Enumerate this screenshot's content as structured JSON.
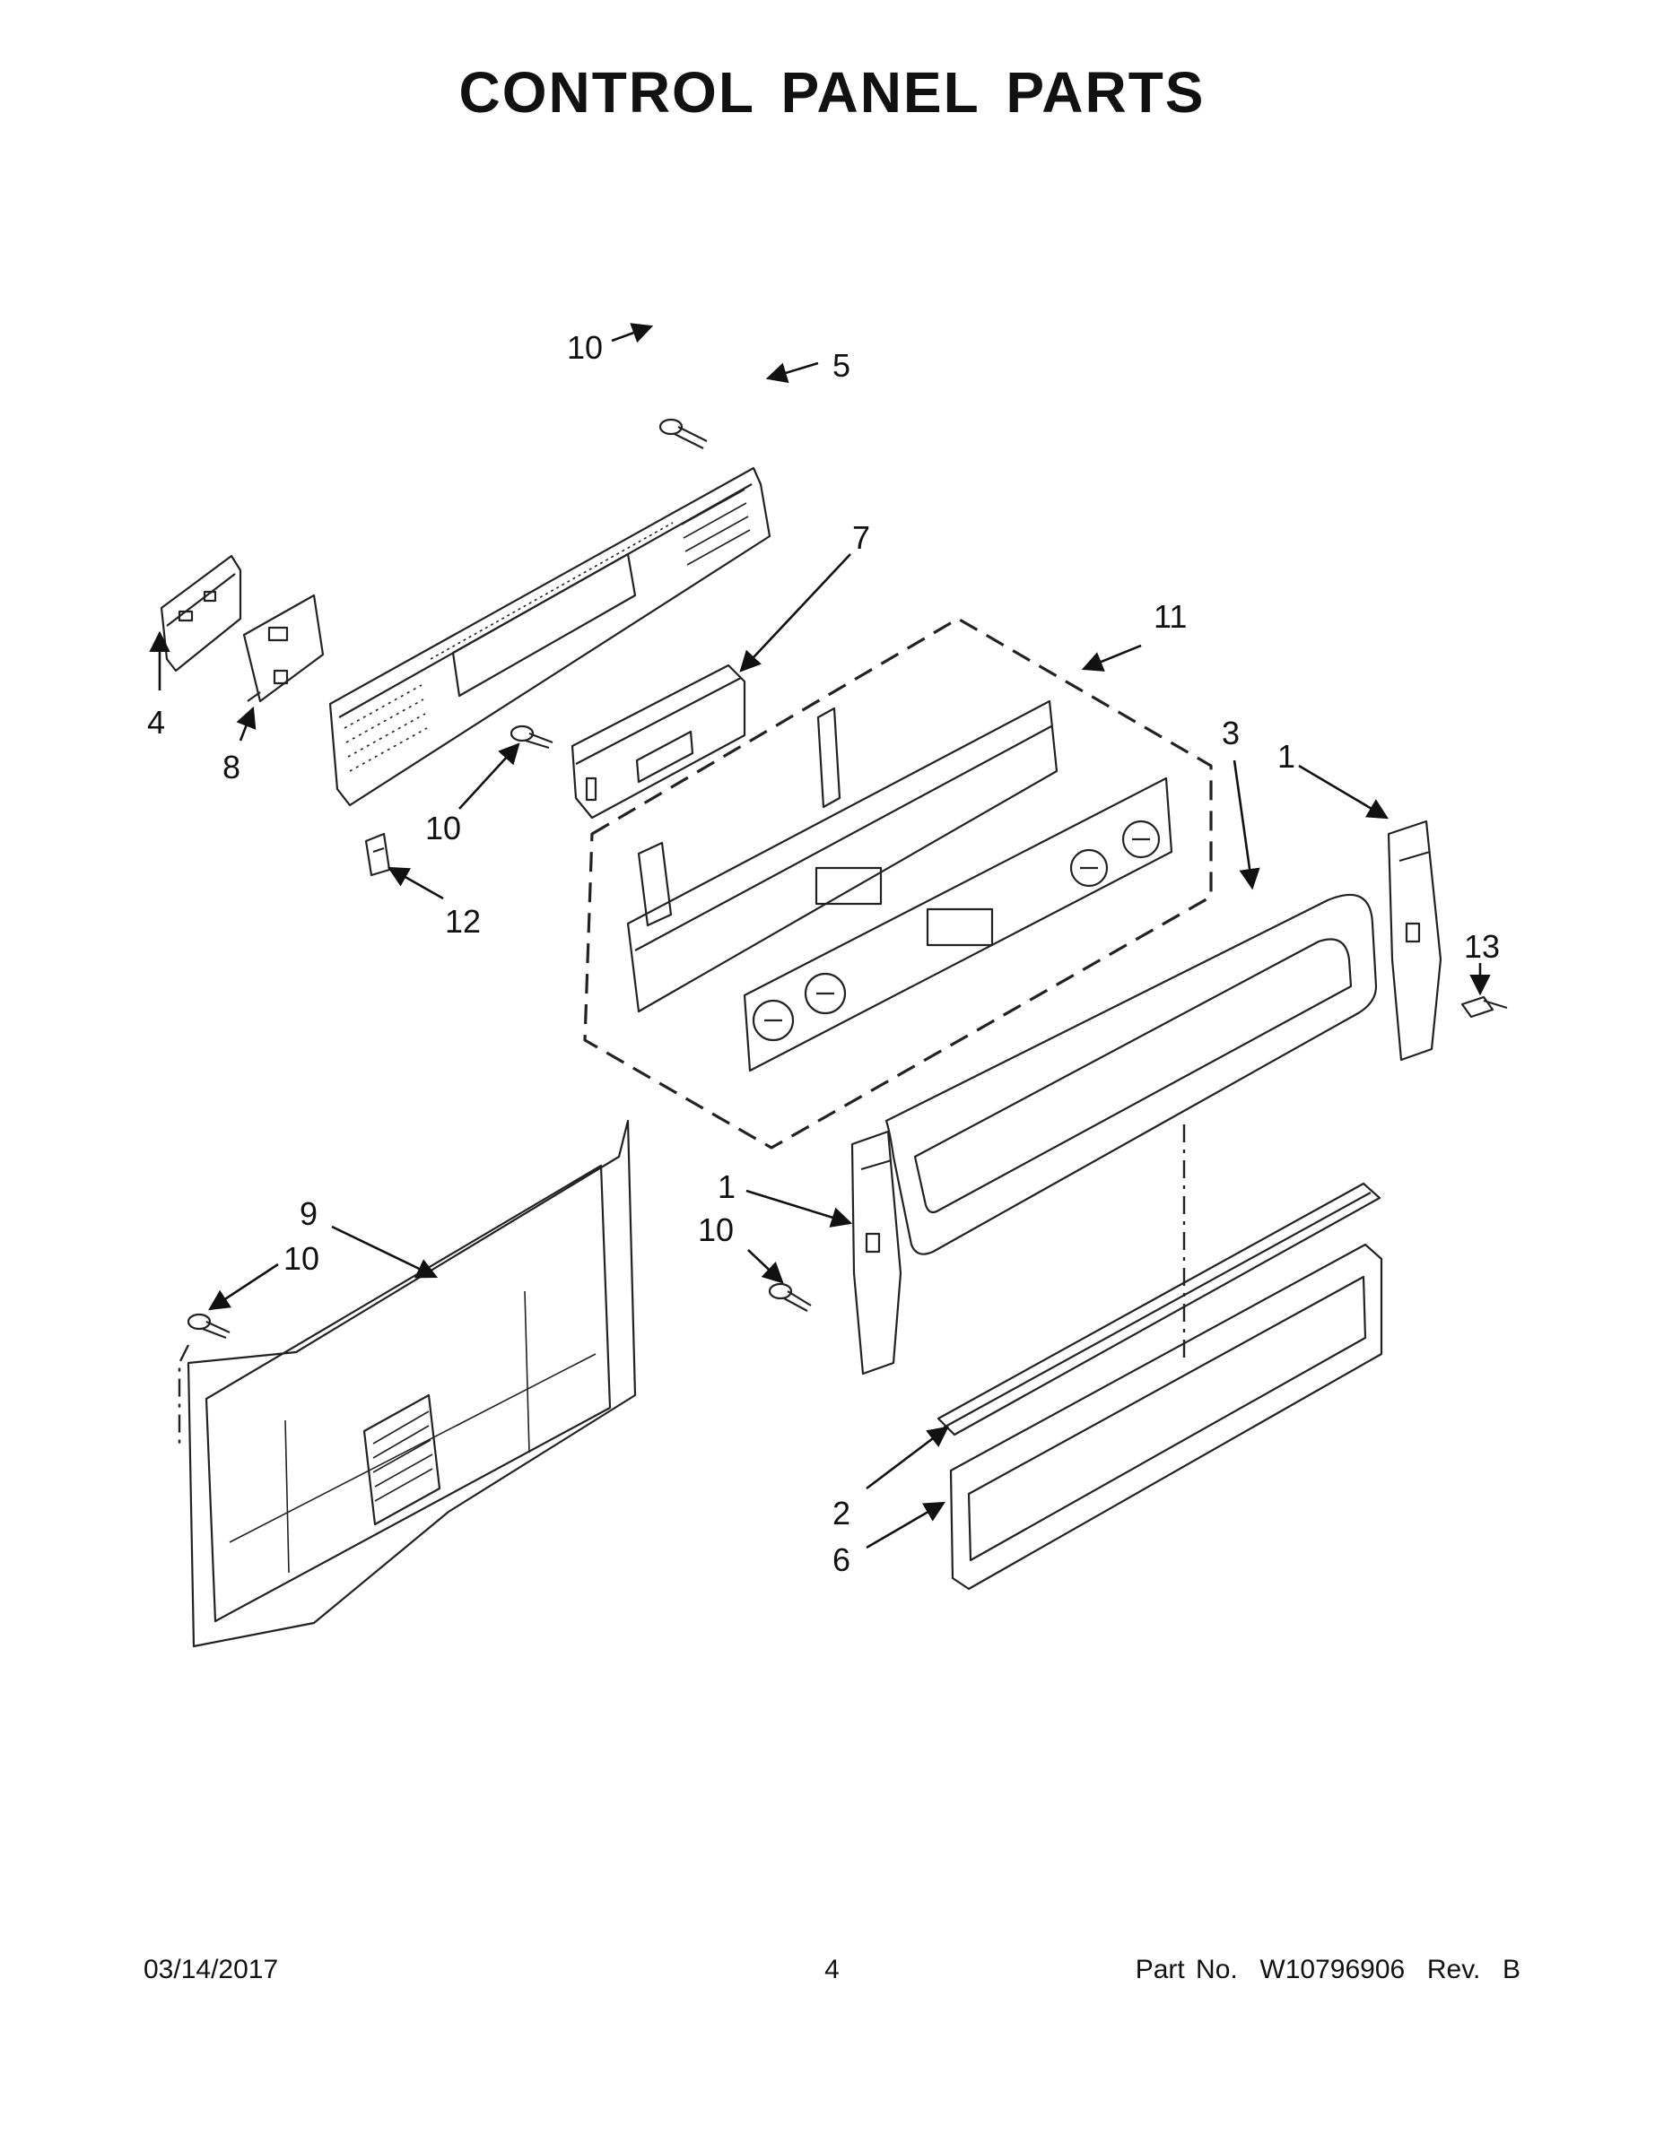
{
  "title": "CONTROL PANEL PARTS",
  "footer": {
    "date": "03/14/2017",
    "page": "4",
    "part_number": "Part No.  W10796906  Rev.  B"
  },
  "callouts": {
    "c1a": "1",
    "c1b": "1",
    "c2": "2",
    "c3": "3",
    "c4": "4",
    "c5": "5",
    "c6": "6",
    "c7": "7",
    "c8": "8",
    "c9": "9",
    "c10a": "10",
    "c10b": "10",
    "c10c": "10",
    "c10d": "10",
    "c11": "11",
    "c12": "12",
    "c13": "13"
  }
}
